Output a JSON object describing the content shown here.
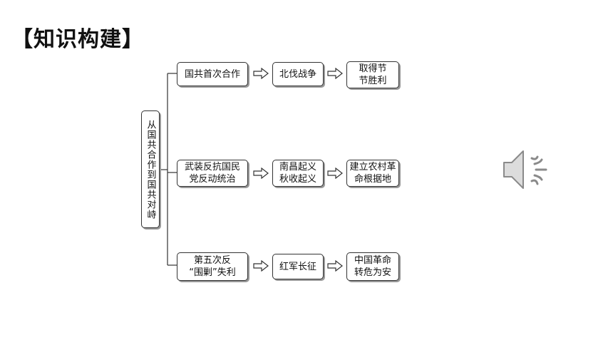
{
  "title": "【知识构建】",
  "root": {
    "label": "从国共合作到国共对峙"
  },
  "branches": [
    {
      "stage": "国共首次合作",
      "event": "北伐战争",
      "result": "取得节\n节胜利"
    },
    {
      "stage": "武装反抗国民\n党反动统治",
      "event": "南昌起义\n秋收起义",
      "result": "建立农村革\n命根据地"
    },
    {
      "stage": "第五次反\n“围剿”失利",
      "event": "红军长征",
      "result": "中国革命\n转危为安"
    }
  ],
  "icons": {
    "arrow": "hollow-right-arrow-icon",
    "audio": "speaker-icon"
  }
}
